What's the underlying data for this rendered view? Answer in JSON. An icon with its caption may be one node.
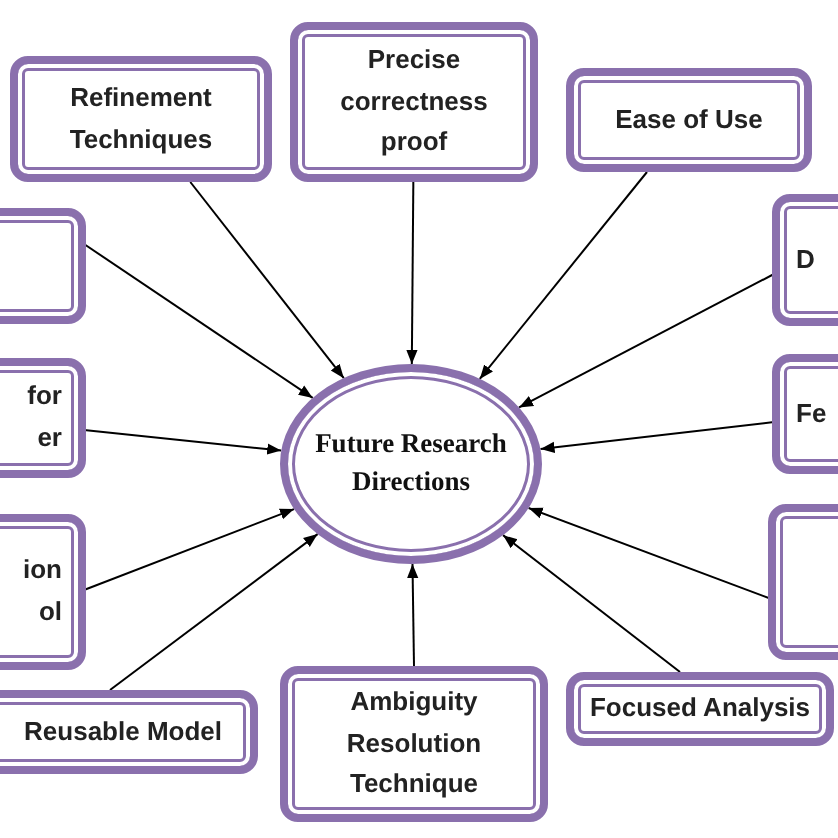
{
  "diagram": {
    "nodes": [
      {
        "text": [
          "Future Research Directions"
        ]
      },
      {
        "text": [
          "Refinement Techniques"
        ]
      },
      {
        "text": [
          "Precise correctness proof"
        ]
      },
      {
        "text": [
          "Ease of Use"
        ]
      },
      {
        "text": [],
        "shape": "box"
      },
      {
        "text": [
          "for er"
        ]
      },
      {
        "text": [
          "ion ol"
        ]
      },
      {
        "text": [
          "Reusable Model"
        ]
      },
      {
        "text": [
          "Ambiguity Resolution Technique"
        ]
      },
      {
        "text": [
          "Focused Analysis"
        ]
      },
      {
        "text": [
          "D"
        ]
      },
      {
        "text": [
          "Fe"
        ]
      },
      {
        "text": [],
        "shape": "box"
      }
    ],
    "edges": [
      {
        "from": 1,
        "to": 0,
        "arrow": "to"
      },
      {
        "from": 2,
        "to": 0,
        "arrow": "to"
      },
      {
        "from": 3,
        "to": 0,
        "arrow": "to"
      },
      {
        "from": 4,
        "to": 0,
        "arrow": "to"
      },
      {
        "from": 5,
        "to": 0,
        "arrow": "to"
      },
      {
        "from": 6,
        "to": 0,
        "arrow": "to"
      },
      {
        "from": 7,
        "to": 0,
        "arrow": "to"
      },
      {
        "from": 8,
        "to": 0,
        "arrow": "to"
      },
      {
        "from": 9,
        "to": 0,
        "arrow": "to"
      },
      {
        "from": 10,
        "to": 0,
        "arrow": "to"
      },
      {
        "from": 11,
        "to": 0,
        "arrow": "to"
      },
      {
        "from": 12,
        "to": 0,
        "arrow": "to"
      }
    ]
  }
}
